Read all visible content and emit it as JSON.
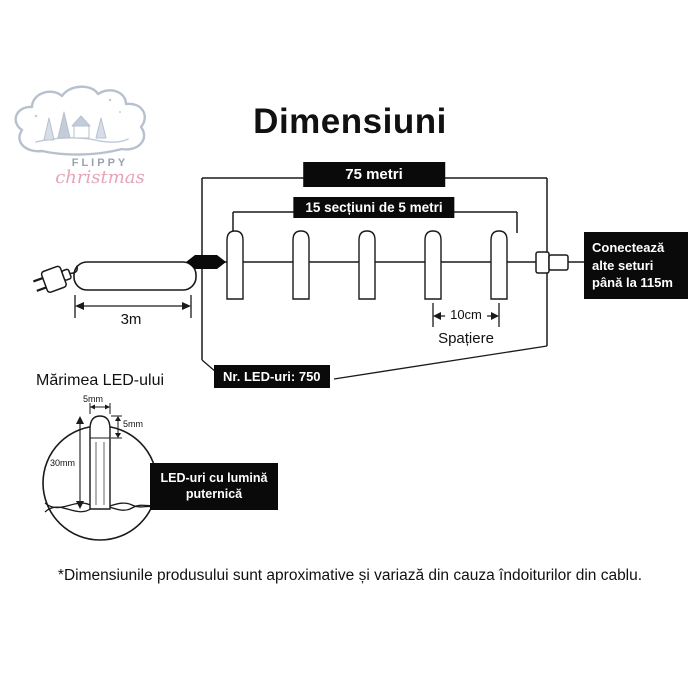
{
  "page": {
    "title": "Dimensiuni",
    "footnote": "*Dimensiunile produsului sunt aproximative și variază din cauza îndoiturilor din cablu."
  },
  "logo": {
    "name": "FLIPPY",
    "script": "christmas"
  },
  "diagram": {
    "total_length": "75 metri",
    "sections": "15 secțiuni de 5 metri",
    "lead_length": "3m",
    "spacing_value": "10cm",
    "spacing_label": "Spațiere",
    "led_count": "Nr. LED-uri: 750",
    "connect_note": "Conectează alte seturi până la 115m"
  },
  "led_detail": {
    "heading": "Mărimea LED-ului",
    "top_width": "5mm",
    "cap_height": "5mm",
    "body_height": "30mm",
    "note": "LED-uri cu lumină puternică"
  },
  "colors": {
    "label_bg": "#0a0a0a",
    "label_text": "#ffffff",
    "line": "#1a1a1a",
    "logo_outline": "#b7c1ce",
    "logo_script_pink": "#e6a4b6"
  }
}
